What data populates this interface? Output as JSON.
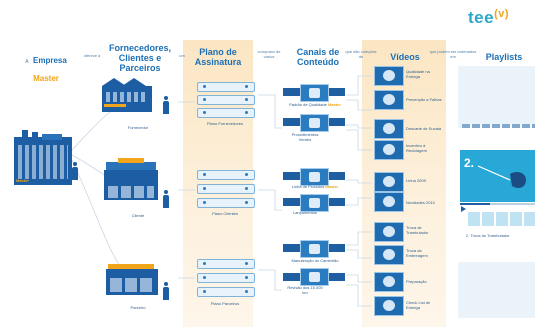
{
  "logo": {
    "text": "tee",
    "badge": "(v)"
  },
  "headers": {
    "empresa_prefix": "A",
    "empresa": "Empresa",
    "empresa_master": "Master",
    "oferece": "oferece a",
    "fornecedores": "Fornecedores, Clientes e Parceiros",
    "um": "um",
    "plano": "Plano de Assinatura",
    "composto": "composto de vários",
    "canais": "Canais de Conteúdo",
    "que_sao": "que são coleções de",
    "videos": "Vídeos",
    "que_podem": "que podem ser ordenados em",
    "playlists": "Playlists"
  },
  "entities": [
    {
      "label": "Fornecedor"
    },
    {
      "label": "Cliente"
    },
    {
      "label": "Parceiro"
    }
  ],
  "master_label": "Master",
  "plans": [
    "Plano Fornecedores",
    "Plano Clientes",
    "Plano Parceiros"
  ],
  "channels": [
    {
      "label": "Padrão de Qualidade",
      "highlight": "Master"
    },
    {
      "label": "Procedimentos Verdes",
      "highlight": ""
    },
    {
      "label": "Linha de Produtos",
      "highlight": "Master"
    },
    {
      "label": "Lançamentos",
      "highlight": ""
    },
    {
      "label": "Manutenção do Caminhão",
      "highlight": ""
    },
    {
      "label": "Revisão dos 15.000 km",
      "highlight": ""
    }
  ],
  "videos": [
    "Qualidade na Entrega",
    "Prevenção a Falhas",
    "Descarte de Sucata",
    "Incentivo à Reciclagem",
    "Linha 2009",
    "Novidades 2010",
    "Troca de Trambulador",
    "Troca da Embreagem",
    "Preparação",
    "Check List de Entrega"
  ],
  "playlist": {
    "number": "2.",
    "item": "2. Troca do Trambulador"
  },
  "colors": {
    "brand_blue": "#1b6fb5",
    "master_orange": "#f0a51a",
    "band": "#fbe6c3",
    "logo_teal": "#2aa7c9"
  }
}
